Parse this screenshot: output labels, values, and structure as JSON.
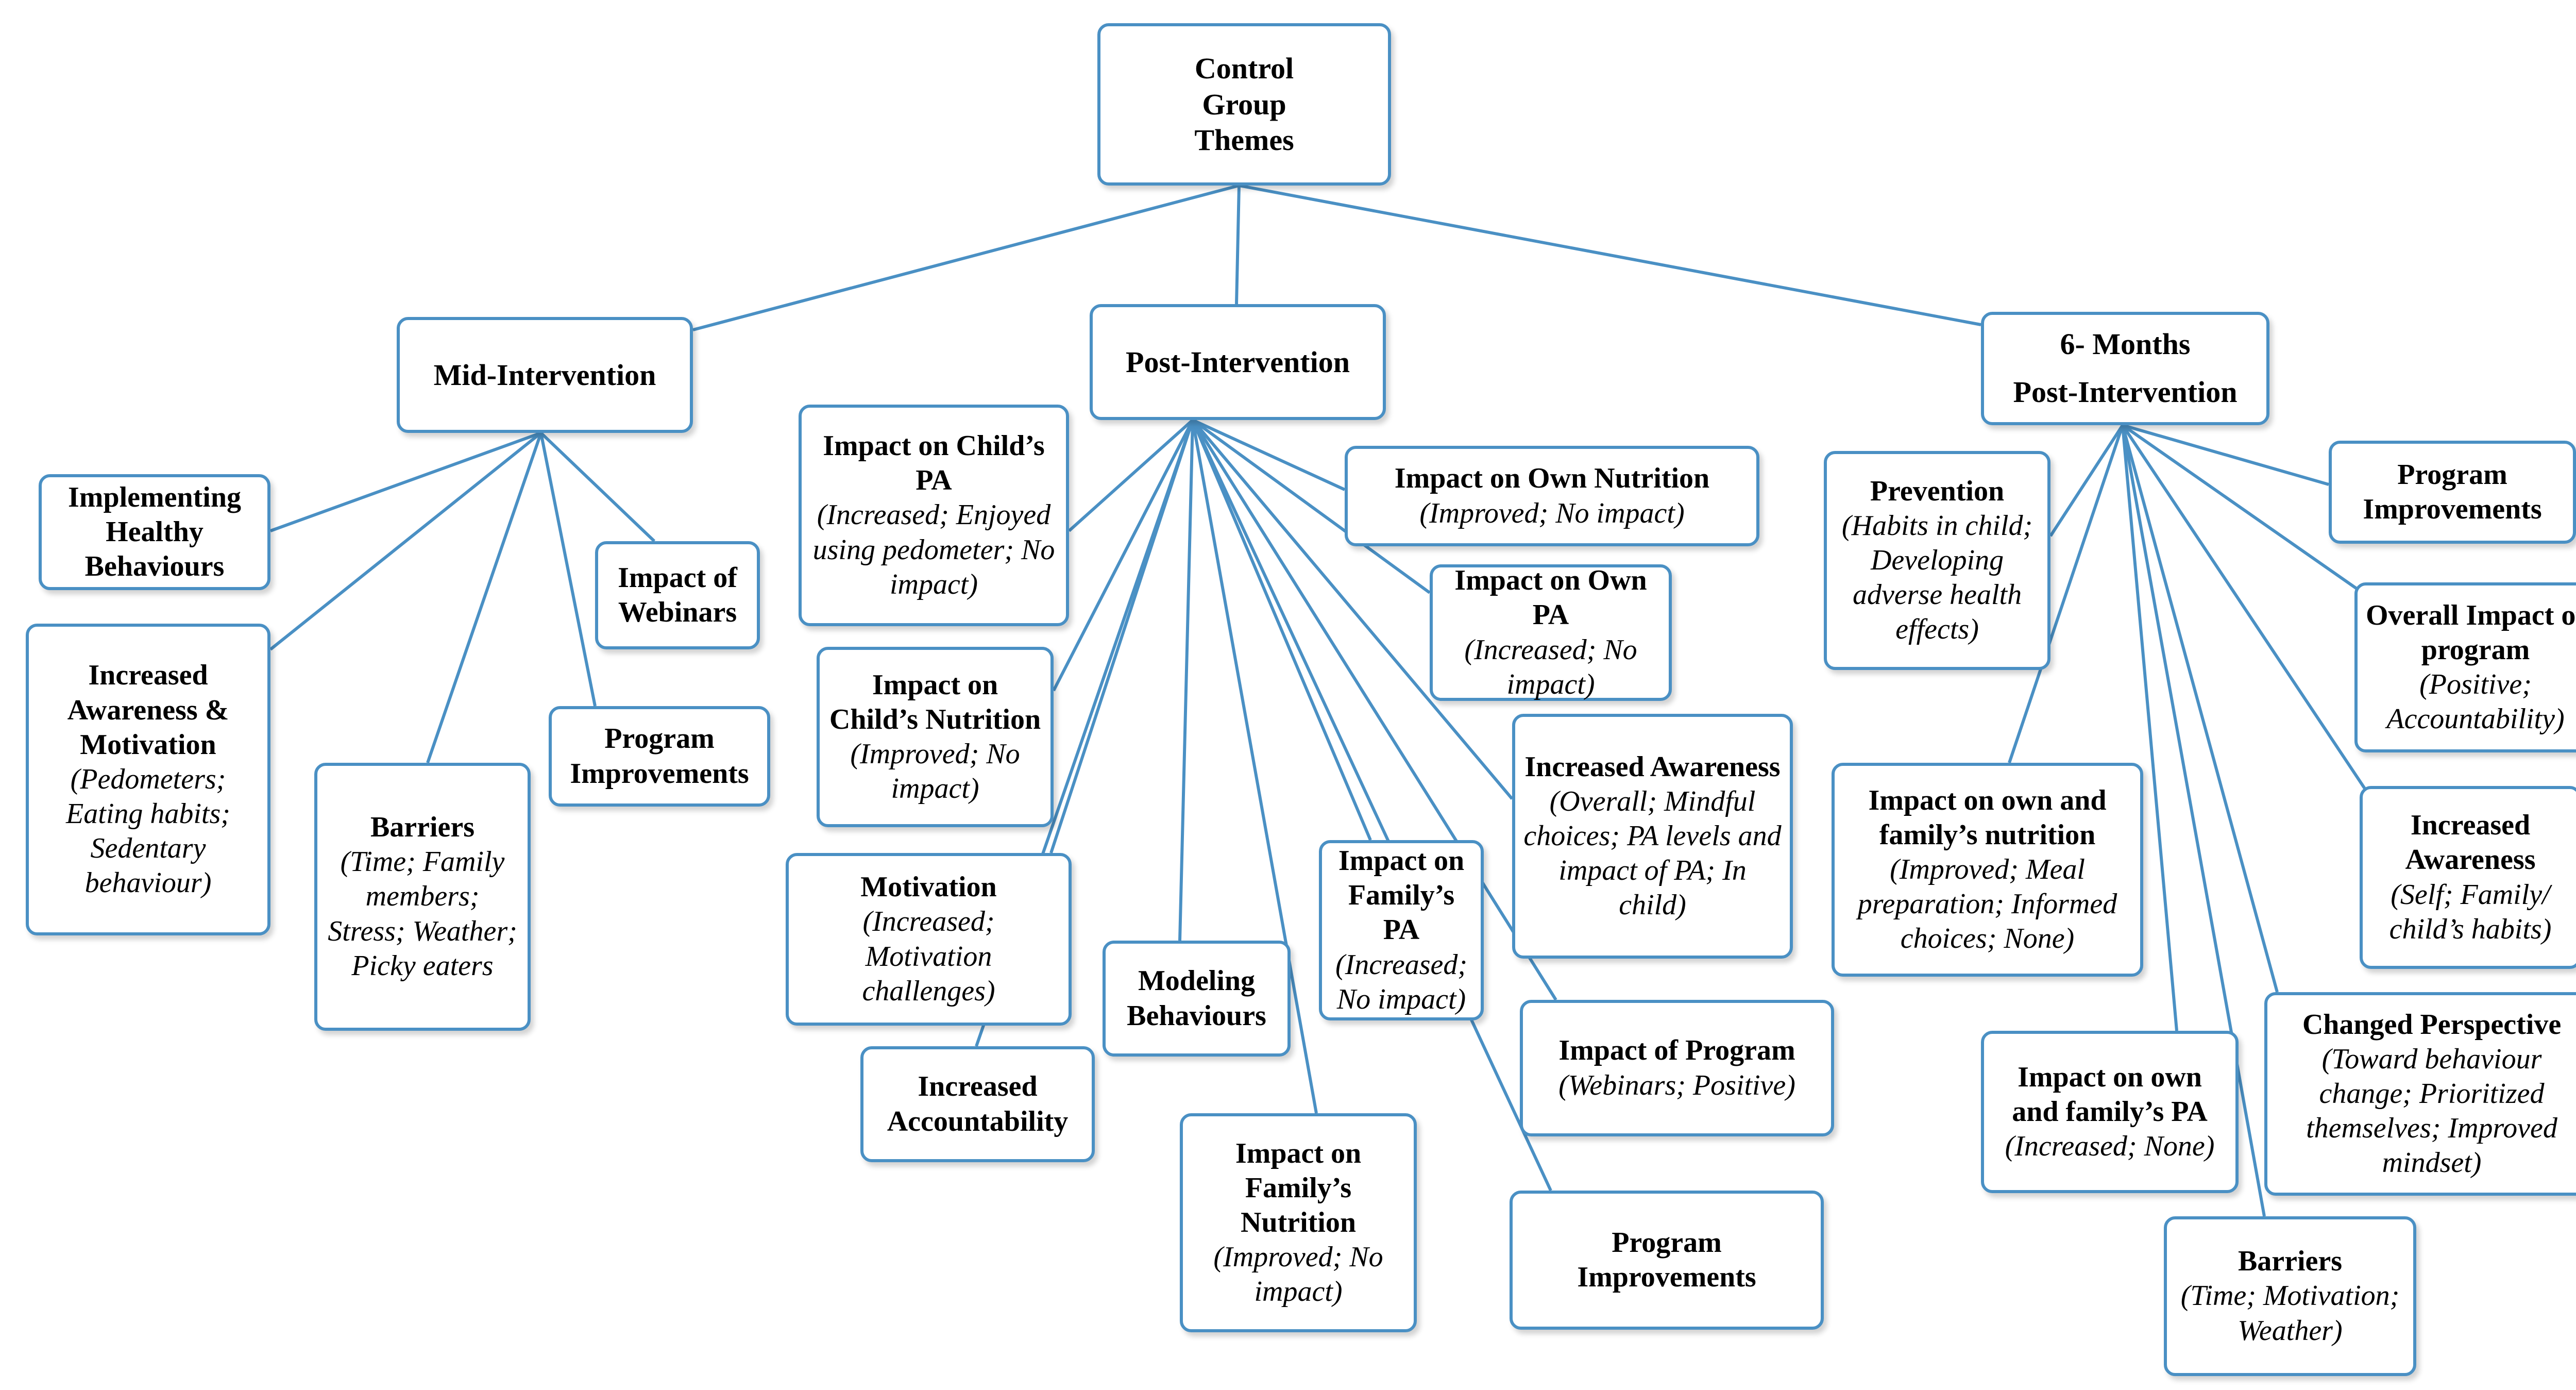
{
  "root": {
    "title": "Control Group Themes"
  },
  "groups": {
    "mid": {
      "title": "Mid-Intervention"
    },
    "post": {
      "title": "Post-Intervention"
    },
    "six": {
      "title": "6- Months\nPost-Intervention"
    }
  },
  "mid_children": [
    {
      "title": "Implementing Healthy Behaviours",
      "detail": ""
    },
    {
      "title": "Increased Awareness & Motivation",
      "detail": "(Pedometers; Eating habits; Sedentary behaviour)"
    },
    {
      "title": "Barriers",
      "detail": "(Time; Family members; Stress; Weather; Picky eaters"
    },
    {
      "title": "Program Improvements",
      "detail": ""
    },
    {
      "title": "Impact of Webinars",
      "detail": ""
    }
  ],
  "post_children": [
    {
      "title": "Impact on Child’s PA",
      "detail": "(Increased; Enjoyed using pedometer; No impact)"
    },
    {
      "title": "Impact on Child’s Nutrition",
      "detail": "(Improved; No impact)"
    },
    {
      "title": "Motivation",
      "detail": "(Increased; Motivation challenges)"
    },
    {
      "title": "Increased Accountability",
      "detail": ""
    },
    {
      "title": "Modeling Behaviours",
      "detail": ""
    },
    {
      "title": "Impact on Family’s Nutrition",
      "detail": "(Improved; No impact)"
    },
    {
      "title": "Impact on Family’s PA",
      "detail": "(Increased; No impact)"
    },
    {
      "title": "Program Improvements",
      "detail": ""
    },
    {
      "title": "Impact of Program",
      "detail": "(Webinars; Positive)"
    },
    {
      "title": "Increased Awareness",
      "detail": "(Overall; Mindful choices; PA levels and impact of PA; In child)"
    },
    {
      "title": "Impact on Own PA",
      "detail": "(Increased; No impact)"
    },
    {
      "title": "Impact on Own Nutrition",
      "detail": "(Improved; No impact)"
    }
  ],
  "six_children": [
    {
      "title": "Prevention",
      "detail": "(Habits in child; Developing adverse health effects)"
    },
    {
      "title": "Impact on own and family’s nutrition",
      "detail": "(Improved; Meal preparation; Informed choices; None)"
    },
    {
      "title": "Impact on own and family’s PA",
      "detail": "(Increased; None)"
    },
    {
      "title": "Barriers",
      "detail": "(Time; Motivation; Weather)"
    },
    {
      "title": "Changed Perspective",
      "detail": "(Toward behaviour change; Prioritized themselves; Improved mindset)"
    },
    {
      "title": "Increased Awareness",
      "detail": "(Self; Family/ child’s habits)"
    },
    {
      "title": "Overall Impact of program",
      "detail": "(Positive; Accountability)"
    },
    {
      "title": "Program Improvements",
      "detail": ""
    }
  ]
}
